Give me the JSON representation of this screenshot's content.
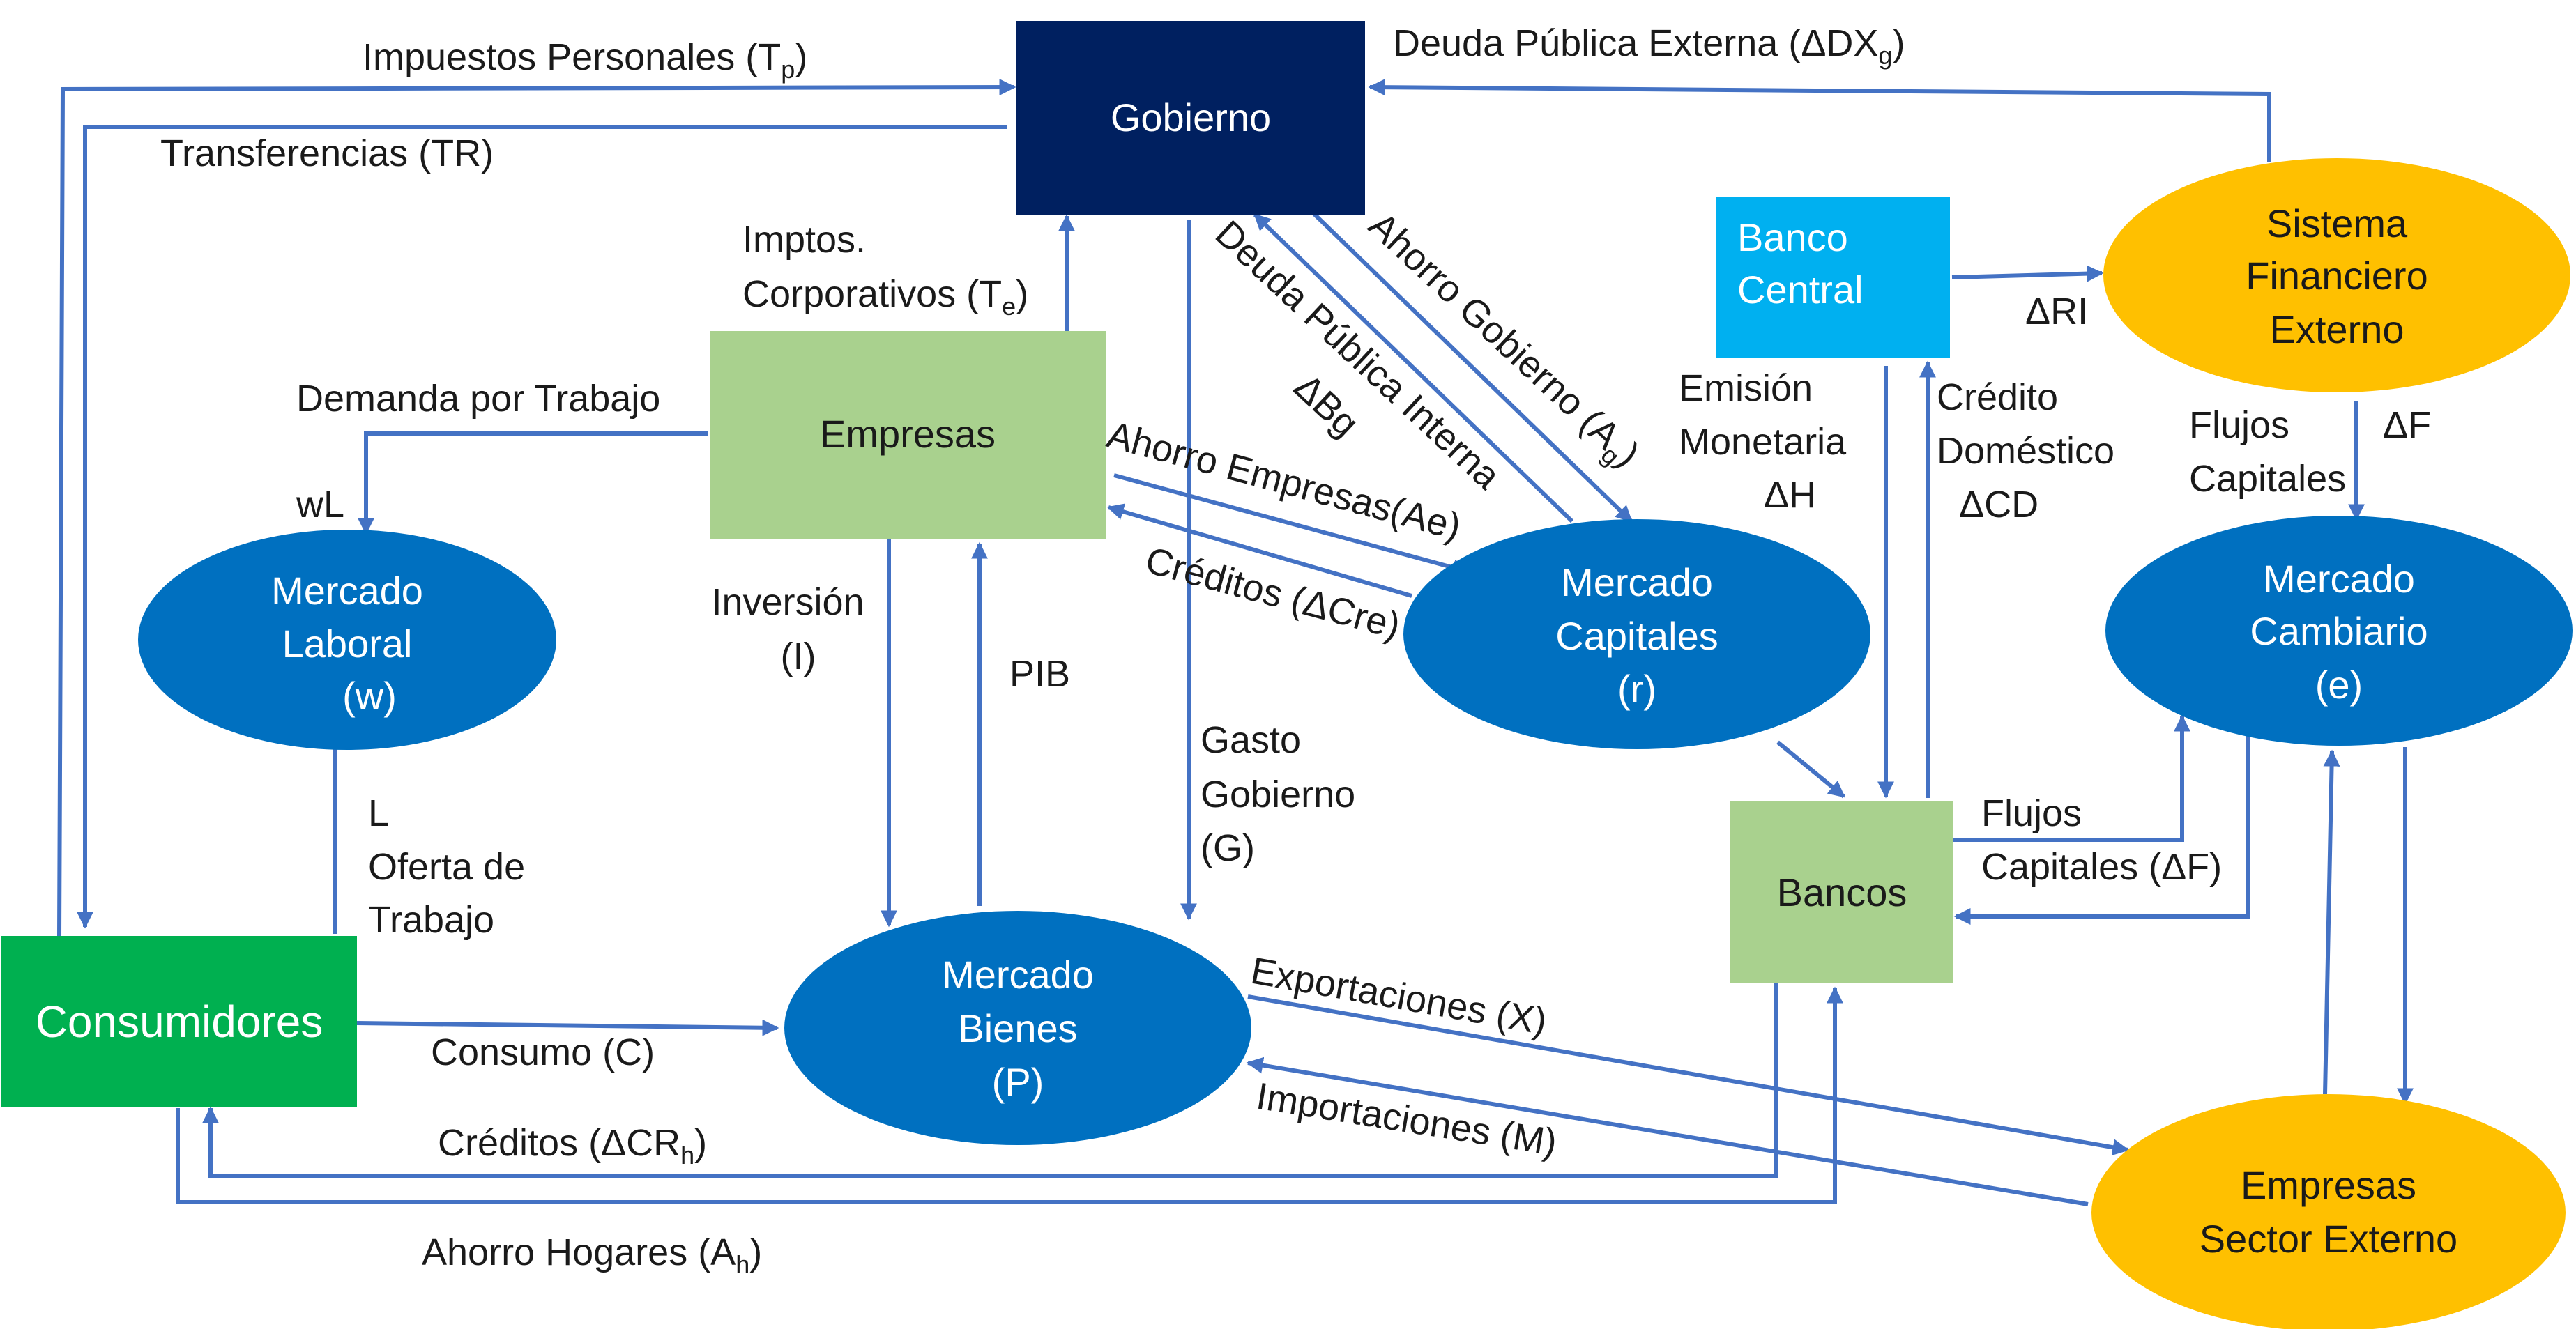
{
  "colors": {
    "navy": "#002060",
    "blue": "#0070C0",
    "light_blue": "#00B0F0",
    "green": "#00B050",
    "light_green": "#A9D18E",
    "gold": "#FFC000",
    "arrow": "#4472C4"
  },
  "nodes": {
    "gobierno": "Gobierno",
    "empresas": "Empresas",
    "consumidores": "Consumidores",
    "banco_central": [
      "Banco",
      "Central"
    ],
    "bancos": "Bancos",
    "mercado_laboral": [
      "Mercado",
      "Laboral",
      "(w)"
    ],
    "mercado_bienes": [
      "Mercado",
      "Bienes",
      "(P)"
    ],
    "mercado_capitales": [
      "Mercado",
      "Capitales",
      "(r)"
    ],
    "mercado_cambiario": [
      "Mercado",
      "Cambiario",
      "(e)"
    ],
    "sistema_financiero": [
      "Sistema",
      "Financiero",
      "Externo"
    ],
    "empresas_externo": [
      "Empresas",
      "Sector Externo"
    ]
  },
  "edges": {
    "impuestos_personales": {
      "text": "Impuestos Personales  (T",
      "sub": "p",
      "close": ")"
    },
    "transferencias": "Transferencias (TR)",
    "deuda_externa": {
      "text": "Deuda Pública Externa (ΔDX",
      "sub": "g",
      "close": ")"
    },
    "imptos_corp": {
      "line1": "Imptos.",
      "line2": "Corporativos (T",
      "sub": "e",
      "close": ")"
    },
    "demanda_trabajo": "Demanda por Trabajo",
    "wl": "wL",
    "oferta_trabajo": [
      "L",
      "Oferta de",
      "Trabajo"
    ],
    "inversion": [
      "Inversión",
      "(I)"
    ],
    "pib": "PIB",
    "gasto_gobierno": [
      "Gasto",
      "Gobierno",
      "(G)"
    ],
    "deuda_interna": [
      "Deuda Pública Interna",
      "ΔBg"
    ],
    "ahorro_gobierno": {
      "text": "Ahorro  Gobierno (A",
      "sub": "g",
      "close": ")"
    },
    "ahorro_empresas": "Ahorro Empresas(Ae)",
    "creditos_empresas": "Créditos (ΔCre)",
    "emision_monetaria": [
      "Emisión",
      "Monetaria",
      "ΔH"
    ],
    "credito_domestico": [
      "Crédito",
      "Doméstico",
      "ΔCD"
    ],
    "delta_ri": "ΔRI",
    "flujos_capitales_ext": [
      "Flujos",
      "Capitales"
    ],
    "delta_f": "ΔF",
    "flujos_capitales_bancos": [
      "Flujos",
      "Capitales (ΔF)"
    ],
    "consumo": "Consumo (C)",
    "creditos_hogares": {
      "text": "Créditos (ΔCR",
      "sub": "h",
      "close": ")"
    },
    "ahorro_hogares": {
      "text": "Ahorro Hogares  (A",
      "sub": "h",
      "close": ")"
    },
    "exportaciones": "Exportaciones (X)",
    "importaciones": "Importaciones (M)"
  }
}
